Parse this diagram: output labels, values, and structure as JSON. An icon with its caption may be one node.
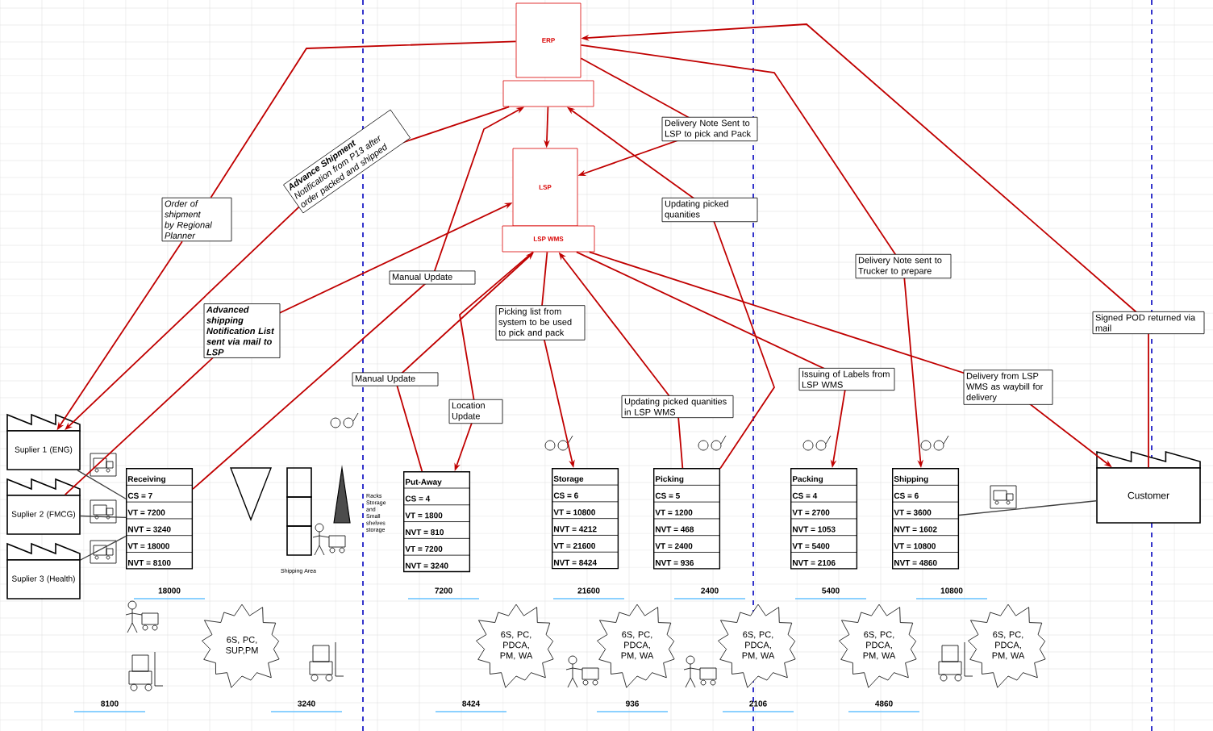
{
  "diagram": {
    "nodes": [
      {
        "text": [
          "ERP"
        ]
      },
      {
        "text": [],
        "shape": "box"
      },
      {
        "text": [
          "LSP"
        ]
      },
      {
        "text": [
          "LSP WMS"
        ]
      },
      {
        "text": [
          "Suplier 1 (ENG)"
        ]
      },
      {
        "text": [
          "Suplier 2 (FMCG)"
        ]
      },
      {
        "text": [
          "Suplier 3 (Health)"
        ]
      },
      {
        "text": [
          "Customer"
        ]
      },
      {
        "text": [
          "Receiving",
          "CS = 7",
          "VT = 7200",
          "NVT = 3240",
          "VT = 18000",
          "NVT = 8100"
        ]
      },
      {
        "text": [
          "Put-Away",
          "CS = 4",
          "VT = 1800",
          "NVT = 810",
          "VT = 7200",
          "NVT = 3240"
        ]
      },
      {
        "text": [
          "Storage",
          "CS = 6",
          "VT = 10800",
          "NVT = 4212",
          "VT = 21600",
          "NVT = 8424"
        ]
      },
      {
        "text": [
          "Picking",
          "CS = 5",
          "VT = 1200",
          "NVT = 468",
          "VT = 2400",
          "NVT = 936"
        ]
      },
      {
        "text": [
          "Packing",
          "CS = 4",
          "VT = 2700",
          "NVT = 1053",
          "VT = 5400",
          "NVT = 2106"
        ]
      },
      {
        "text": [
          "Shipping",
          "CS = 6",
          "VT = 3600",
          "NVT = 1602",
          "VT = 10800",
          "NVT = 4860"
        ]
      },
      {
        "text": [
          "6S, PC, SUP,PM"
        ]
      },
      {
        "text": [
          "6S, PC, PDCA, PM, WA"
        ]
      },
      {
        "text": [
          "6S, PC, PDCA, PM, WA"
        ]
      },
      {
        "text": [
          "6S, PC, PDCA, PM, WA"
        ]
      },
      {
        "text": [
          "6S, PC, PDCA, PM, WA"
        ]
      },
      {
        "text": [
          "6S, PC, PDCA, PM, WA"
        ]
      },
      {
        "text": [
          "Order of shipment by Regional Planner"
        ]
      }
    ],
    "edges": [
      {
        "from": 0,
        "to": 20,
        "arrow": "none"
      },
      {
        "from": 1,
        "to": 4,
        "arrow": "to",
        "label": "**Advance Shipment** Notification from P13 after order packed and shipped"
      },
      {
        "from": 5,
        "to": 2,
        "arrow": "to",
        "label": "Advanced shipping Notification List sent via mail to LSP"
      },
      {
        "from": 8,
        "to": 1,
        "arrow": "to",
        "label": "Manual Update"
      },
      {
        "from": 9,
        "to": 3,
        "arrow": "to",
        "label": "Manual Update"
      },
      {
        "from": 3,
        "to": 9,
        "arrow": "to",
        "label": "Location Update"
      },
      {
        "from": 3,
        "to": 10,
        "arrow": "to",
        "label": "Picking list from system to be used to pick and pack"
      },
      {
        "from": 11,
        "to": 3,
        "arrow": "to",
        "label": "Updating picked quanities in LSP WMS"
      },
      {
        "from": 0,
        "to": 2,
        "arrow": "to",
        "label": "Delivery Note Sent to LSP to pick and Pack"
      },
      {
        "from": 11,
        "to": 1,
        "arrow": "to",
        "label": "Updating picked quanities"
      },
      {
        "from": 1,
        "to": 2,
        "arrow": "to"
      },
      {
        "from": 3,
        "to": 12,
        "arrow": "to",
        "label": "Issuing of Labels from LSP WMS"
      },
      {
        "from": 0,
        "to": 13,
        "arrow": "to",
        "label": "Delivery Note sent to Trucker to prepare"
      },
      {
        "from": 3,
        "to": 7,
        "arrow": "to",
        "label": "Delivery from LSP WMS as waybill for delivery"
      },
      {
        "from": 7,
        "to": 0,
        "arrow": "to",
        "label": "Signed POD returned via mail"
      },
      {
        "from": 4,
        "to": 8,
        "arrow": "none",
        "color": "#404040"
      },
      {
        "from": 5,
        "to": 8,
        "arrow": "none",
        "color": "#404040"
      },
      {
        "from": 6,
        "to": 8,
        "arrow": "none",
        "color": "#404040"
      },
      {
        "from": 13,
        "to": 7,
        "arrow": "none",
        "color": "#404040"
      },
      {
        "from": 20,
        "to": 4,
        "arrow": "to"
      }
    ],
    "labels": [
      "Shipping Area",
      "Racks Storage and Small shelves storage",
      "18000",
      "8100",
      "3240",
      "7200",
      "8424",
      "21600",
      "936",
      "2400",
      "2106",
      "5400",
      "4860",
      "10800"
    ]
  }
}
